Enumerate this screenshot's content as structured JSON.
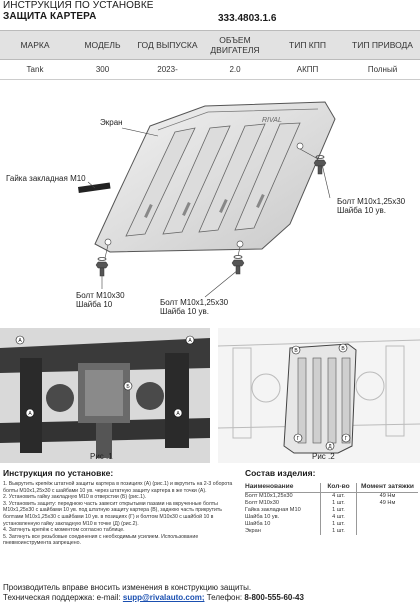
{
  "header": {
    "title_line1": "ИНСТРУКЦИЯ ПО УСТАНОВКЕ",
    "title_line2": "ЗАЩИТА КАРТЕРА",
    "part_number": "333.4803.1.6"
  },
  "spec_table": {
    "headers": [
      "МАРКА",
      "МОДЕЛЬ",
      "ГОД ВЫПУСКА",
      "ОБЪЕМ ДВИГАТЕЛЯ",
      "ТИП КПП",
      "ТИП ПРИВОДА"
    ],
    "row": [
      "Tank",
      "300",
      "2023-",
      "2.0",
      "АКПП",
      "Полный"
    ]
  },
  "diagram": {
    "label_screen": "Экран",
    "label_nut": "Гайка закладная М10",
    "label_bolt_right_1": "Болт М10х1,25х30",
    "label_bolt_right_2": "Шайба 10 ув.",
    "label_bolt_left_1": "Болт М10х30",
    "label_bolt_left_2": "Шайба 10",
    "label_bolt_bottom_1": "Болт М10х1,25х30",
    "label_bolt_bottom_2": "Шайба 10 ув."
  },
  "figures": {
    "fig1": "Рис .1",
    "fig2": "Рис .2"
  },
  "instructions": {
    "title": "Инструкция по установке:",
    "steps": [
      "1. Выкрутить крепёж штатной защиты картера в позициях (А) (рис.1) и вкрутить на 2-3 оборота болты М10х1,25х30 с шайбами 10 ув. через штатную защиту картера в же точки (А).",
      "2. Установить гайку закладную М10 в отверстии (Б) (рис.1).",
      "3. Установить защиту: переднюю часть завесит открытыми пазами на вкрученные болты М10х1,25х30 с шайбами 10 ув. под штатную защиту картера (В), заднюю часть прикрутить болтами М10х1,25х30 с шайбами 10 ув. в позициях (Г) и болтом М10х30 с шайбой 10 в установленную гайку закладную М10 в точке (Д) (рис.2).",
      "4. Затянуть крепёж с моментом согласно таблице.",
      "5. Затянуть все резьбовые соединения с необходимым усилием. Использование пневмоинструмента запрещено."
    ]
  },
  "parts": {
    "title": "Состав изделия:",
    "headers": [
      "Наименование",
      "Кол-во",
      "Момент затяжки"
    ],
    "rows": [
      [
        "Болт М10х1,25х30",
        "4 шт.",
        "49 Нм"
      ],
      [
        "Болт М10х30",
        "1 шт.",
        "49 Нм"
      ],
      [
        "Гайка закладная М10",
        "1 шт.",
        ""
      ],
      [
        "Шайба 10 ув.",
        "4 шт.",
        ""
      ],
      [
        "Шайба 10",
        "1 шт.",
        ""
      ],
      [
        "Экран",
        "1 шт.",
        ""
      ]
    ]
  },
  "footer": {
    "line1": "Производитель вправе вносить изменения в конструкцию защиты.",
    "support_prefix": "Техническая поддержка:  e-mail: ",
    "email": "supp@rivalauto.com;",
    "phone_prefix": " Телефон: ",
    "phone": "8-800-555-60-43"
  }
}
